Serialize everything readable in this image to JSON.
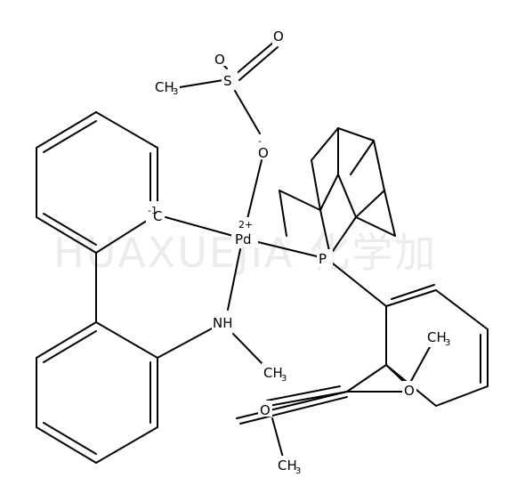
{
  "watermark": "HUAXUEJIA 化学加",
  "atoms": {
    "sulfur": "S",
    "oxygen_double": "O",
    "oxygen_single": "O",
    "oxygen_minus": "-",
    "methyl_s": "CH",
    "methyl_s_sub": "3",
    "palladium": "Pd",
    "palladium_charge": "2+",
    "carbanion": "C",
    "carbanion_charge": "-1",
    "phosphorus": "P",
    "amine": "NH",
    "methyl_n": "CH",
    "methyl_n_sub": "3",
    "methoxy_o1": "O",
    "methoxy_ch3_1": "CH",
    "methoxy_ch3_1_sub": "3",
    "methoxy_o2": "O",
    "methoxy_ch3_2": "CH",
    "methoxy_ch3_2_sub": "3"
  }
}
